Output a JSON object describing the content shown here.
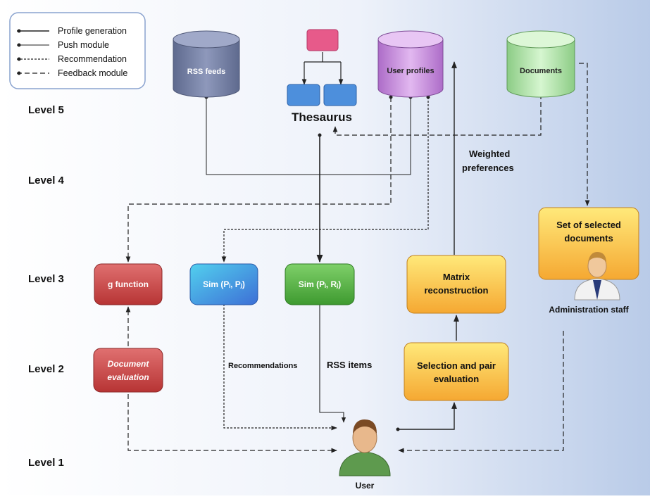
{
  "legend": {
    "items": [
      {
        "label": "Profile generation"
      },
      {
        "label": "Push module"
      },
      {
        "label": "Recommendation"
      },
      {
        "label": "Feedback module"
      }
    ]
  },
  "levels": [
    "Level 5",
    "Level 4",
    "Level 3",
    "Level 2",
    "Level 1"
  ],
  "sources": {
    "rss_feeds": "RSS feeds",
    "user_profiles": "User profiles",
    "documents": "Documents",
    "thesaurus": "Thesaurus"
  },
  "processes": {
    "g_function": "g function",
    "sim_pp": "Sim (Pᵢ, Pⱼ)",
    "sim_pr": "Sim (Pᵢ, Rⱼ)",
    "matrix": [
      "Matrix",
      "reconstruction"
    ],
    "selection": [
      "Selection and pair",
      "evaluation"
    ],
    "selected_docs": [
      "Set of selected",
      "documents"
    ],
    "doc_eval": [
      "Document",
      "evaluation"
    ]
  },
  "labels": {
    "weighted": [
      "Weighted",
      "preferences"
    ],
    "recommendations": "Recommendations",
    "rss_items": "RSS items",
    "admin": "Administration staff",
    "user": "User"
  },
  "colors": {
    "rss": "#7a84a8",
    "profiles": "#c790dc",
    "documents": "#a9e2a2",
    "thesaurus_top": "#e75a8a",
    "thesaurus_box": "#4d8fdc",
    "g_function": "#c64747",
    "sim_pp": "#3e9ee0",
    "sim_pr": "#5ab84a",
    "orange": "#f6b43a"
  }
}
